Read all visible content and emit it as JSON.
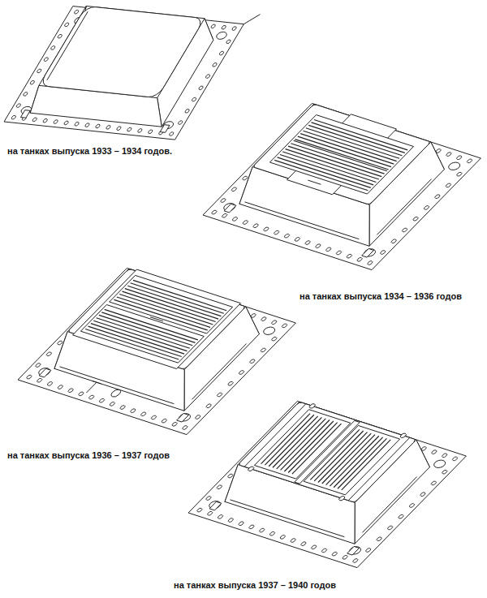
{
  "diagram": {
    "labels": [
      "на танках выпуска 1933 – 1934 годов.",
      "на танках выпуска 1934 – 1936 годов",
      "на танках выпуска 1936 – 1937 годов",
      "на танках выпуска 1937 – 1940 годов"
    ]
  }
}
